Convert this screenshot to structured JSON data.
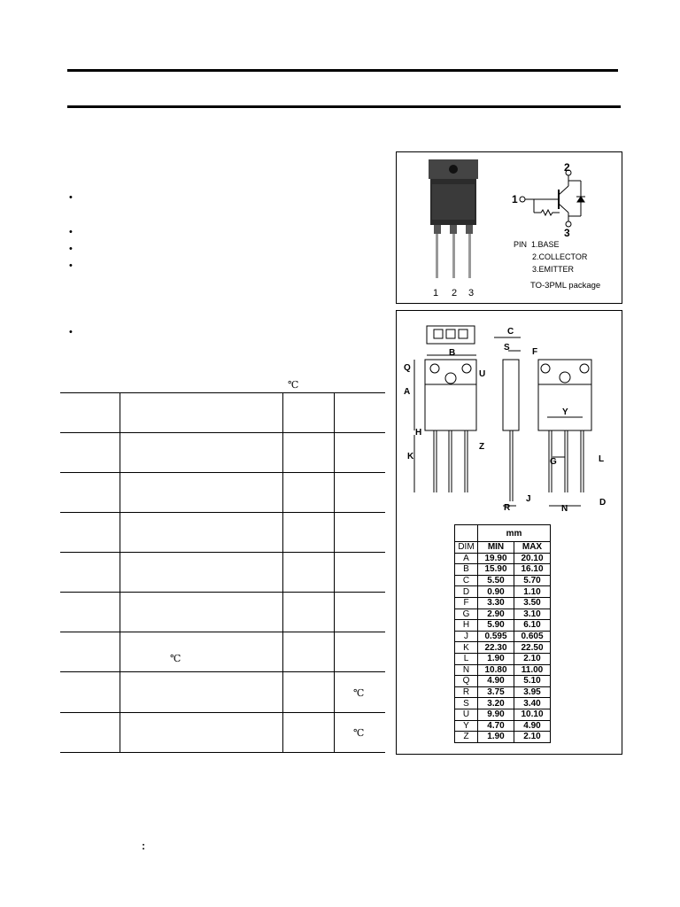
{
  "symbols": {
    "bullet": "•",
    "degree": "℃",
    "colon": ":"
  },
  "package_box": {
    "pin_numbers": [
      "1",
      "2",
      "3"
    ],
    "schematic_pins": {
      "base": "1",
      "collector": "2",
      "emitter": "3"
    },
    "pin_labels": [
      "PIN  1.BASE",
      "2.COLLECTOR",
      "3.EMITTER"
    ],
    "package": "TO-3PML package"
  },
  "drawing_labels": [
    "A",
    "B",
    "C",
    "S",
    "F",
    "Q",
    "U",
    "H",
    "Z",
    "K",
    "Y",
    "G",
    "L",
    "R",
    "J",
    "N",
    "D"
  ],
  "dimensions": {
    "unit": "mm",
    "headers": [
      "DIM",
      "MIN",
      "MAX"
    ],
    "rows": [
      [
        "A",
        "19.90",
        "20.10"
      ],
      [
        "B",
        "15.90",
        "16.10"
      ],
      [
        "C",
        "5.50",
        "5.70"
      ],
      [
        "D",
        "0.90",
        "1.10"
      ],
      [
        "F",
        "3.30",
        "3.50"
      ],
      [
        "G",
        "2.90",
        "3.10"
      ],
      [
        "H",
        "5.90",
        "6.10"
      ],
      [
        "J",
        "0.595",
        "0.605"
      ],
      [
        "K",
        "22.30",
        "22.50"
      ],
      [
        "L",
        "1.90",
        "2.10"
      ],
      [
        "N",
        "10.80",
        "11.00"
      ],
      [
        "Q",
        "4.90",
        "5.10"
      ],
      [
        "R",
        "3.75",
        "3.95"
      ],
      [
        "S",
        "3.20",
        "3.40"
      ],
      [
        "U",
        "9.90",
        "10.10"
      ],
      [
        "Y",
        "4.70",
        "4.90"
      ],
      [
        "Z",
        "1.90",
        "2.10"
      ]
    ]
  }
}
